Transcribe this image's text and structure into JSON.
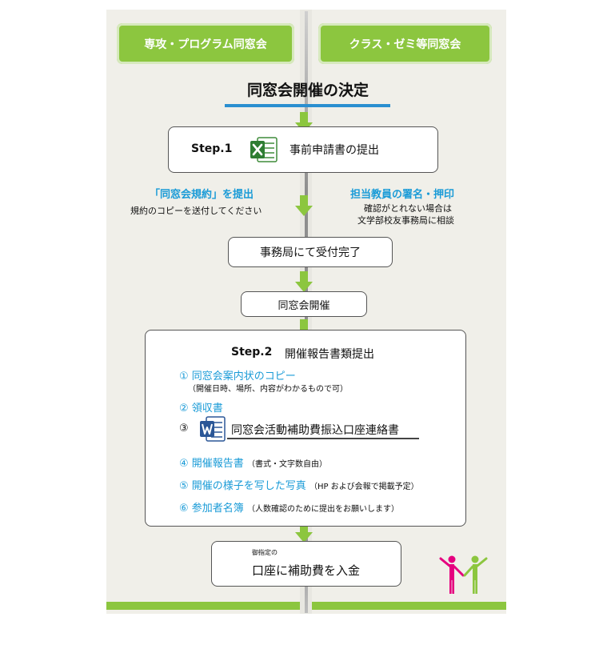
{
  "tabs": {
    "left": "専攻・プログラム同窓会",
    "right": "クラス・ゼミ等同窓会"
  },
  "title": "同窓会開催の決定",
  "step1": {
    "label": "Step.1",
    "text": "事前申請書の提出",
    "icon": "excel-icon"
  },
  "left_note": {
    "heading": "「同窓会規約」を提出",
    "sub": "規約のコピーを送付してください"
  },
  "right_note": {
    "heading": "担当教員の署名・押印",
    "sub1": "確認がとれない場合は",
    "sub2": "文学部校友事務局に相談"
  },
  "reception": "事務局にて受付完了",
  "meeting": "同窓会開催",
  "step2": {
    "label": "Step.2",
    "text": "開催報告書類提出",
    "items": [
      {
        "num": "①",
        "text": "同窓会案内状のコピー",
        "note": "（開催日時、場所、内容がわかるもので可）"
      },
      {
        "num": "②",
        "text": "領収書",
        "note": ""
      },
      {
        "num": "③",
        "text": "同窓会活動補助費振込口座連絡書",
        "note": ""
      },
      {
        "num": "④",
        "text": "開催報告書",
        "note": "（書式・文字数自由）"
      },
      {
        "num": "⑤",
        "text": "開催の様子を写した写真",
        "note": "（HP および会報で掲載予定）"
      },
      {
        "num": "⑥",
        "text": "参加者名簿",
        "note": "（人数確認のために提出をお願いします）"
      }
    ]
  },
  "final": {
    "small": "御指定の",
    "text": "口座に補助費を入金"
  },
  "colors": {
    "green": "#8cc63f",
    "blue": "#1a9bd7",
    "magenta": "#e5007f",
    "panel": "#f0efe9"
  }
}
